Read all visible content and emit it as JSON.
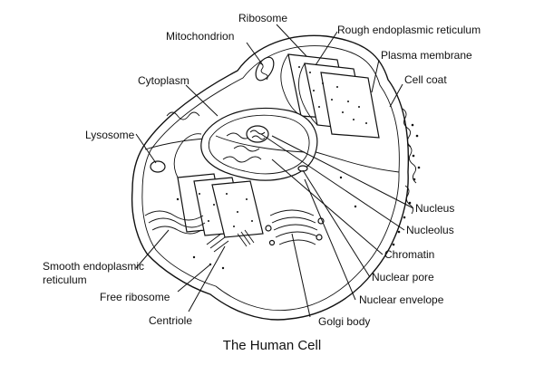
{
  "diagram": {
    "title": "The Human Cell",
    "labels": {
      "ribosome": "Ribosome",
      "mitochondrion": "Mitochondrion",
      "rough_er": "Rough endoplasmic reticulum",
      "plasma_membrane": "Plasma membrane",
      "cell_coat": "Cell coat",
      "cytoplasm": "Cytoplasm",
      "lysosome": "Lysosome",
      "nucleus": "Nucleus",
      "nucleolus": "Nucleolus",
      "chromatin": "Chromatin",
      "nuclear_pore": "Nuclear pore",
      "nuclear_envelope": "Nuclear envelope",
      "golgi_body": "Golgi body",
      "centriole": "Centriole",
      "free_ribosome": "Free ribosome",
      "smooth_er_line1": "Smooth endoplasmic",
      "smooth_er_line2": "reticulum"
    }
  }
}
